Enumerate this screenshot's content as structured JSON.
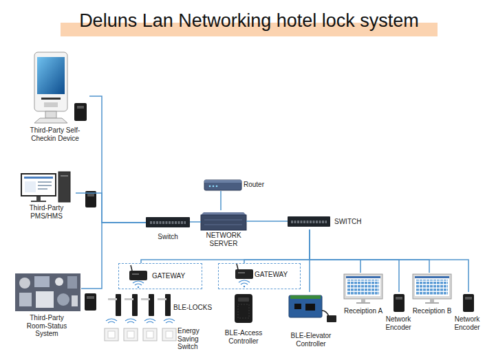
{
  "diagram": {
    "title": "Deluns Lan Networking hotel lock system",
    "nodes": [
      {
        "text": [
          "Third-Party Self-Checkin Device"
        ]
      },
      {
        "text": [
          "Third-Party PMS/HMS"
        ]
      },
      {
        "text": [
          "Third-Party Room-Status System"
        ]
      },
      {
        "text": [
          "Router"
        ]
      },
      {
        "text": [
          "Switch"
        ]
      },
      {
        "text": [
          "NETWORK SERVER"
        ]
      },
      {
        "text": [
          "SWITCH"
        ]
      },
      {
        "text": [
          "GATEWAY"
        ]
      },
      {
        "text": [
          "GATEWAY"
        ]
      },
      {
        "text": [
          "BLE-LOCKS"
        ]
      },
      {
        "text": [
          "Energy Saving Switch"
        ]
      },
      {
        "text": [
          "BLE-Access Controller"
        ]
      },
      {
        "text": [
          "BLE-Elevator Controller"
        ]
      },
      {
        "text": [
          "Receiption A"
        ]
      },
      {
        "text": [
          "Network Encoder"
        ]
      },
      {
        "text": [
          "Receiption B"
        ]
      },
      {
        "text": [
          "Network Encoder"
        ]
      }
    ],
    "edges": [
      {
        "from": 0,
        "to": 4,
        "arrow": "none"
      },
      {
        "from": 1,
        "to": 4,
        "arrow": "none"
      },
      {
        "from": 2,
        "to": 4,
        "arrow": "none"
      },
      {
        "from": 4,
        "to": 5,
        "arrow": "none"
      },
      {
        "from": 3,
        "to": 5,
        "arrow": "none"
      },
      {
        "from": 5,
        "to": 6,
        "arrow": "none"
      },
      {
        "from": 6,
        "to": 7,
        "arrow": "none"
      },
      {
        "from": 6,
        "to": 8,
        "arrow": "none"
      },
      {
        "from": 6,
        "to": 12,
        "arrow": "none"
      },
      {
        "from": 6,
        "to": 13,
        "arrow": "none"
      },
      {
        "from": 6,
        "to": 14,
        "arrow": "none"
      },
      {
        "from": 6,
        "to": 15,
        "arrow": "none"
      },
      {
        "from": 6,
        "to": 16,
        "arrow": "none"
      }
    ]
  }
}
